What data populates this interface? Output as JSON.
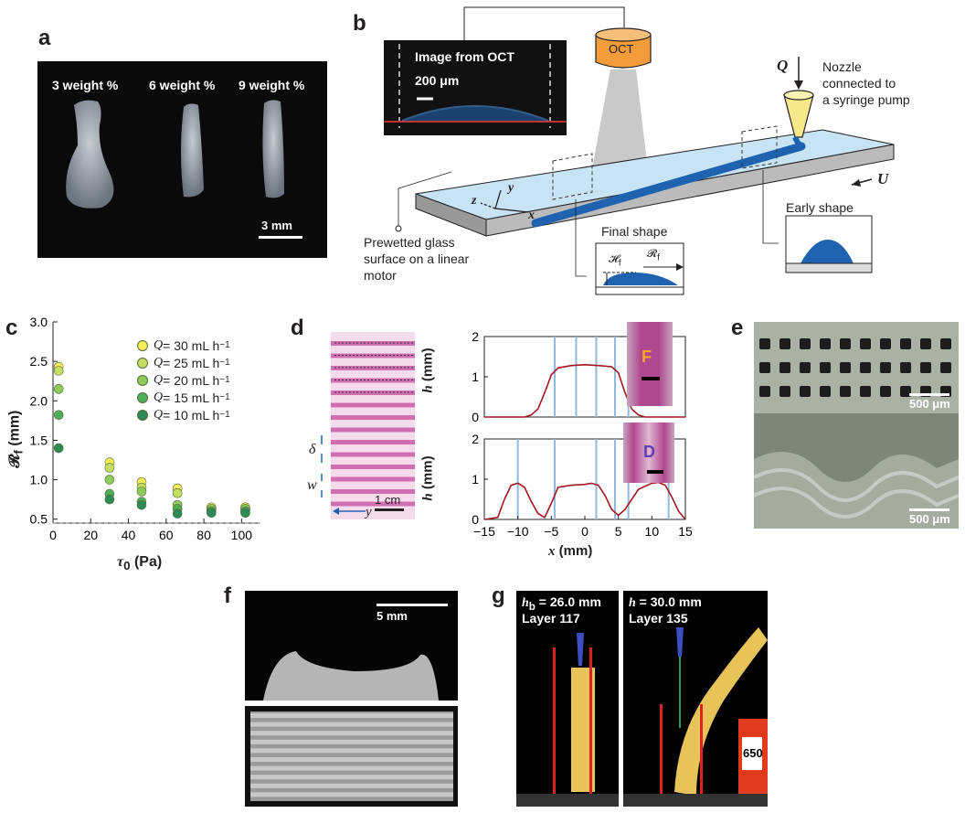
{
  "panel_labels": {
    "a": "a",
    "b": "b",
    "c": "c",
    "d": "d",
    "e": "e",
    "f": "f",
    "g": "g"
  },
  "panel_a": {
    "labels": [
      "3 weight %",
      "6 weight %",
      "9 weight %"
    ],
    "scalebar": "3 mm"
  },
  "panel_b": {
    "oct_image_title": "Image from OCT",
    "oct_scalebar": "200 μm",
    "oct_device": "OCT",
    "flow_rate": "Q",
    "nozzle_text": [
      "Nozzle",
      "connected to",
      "a syringe pump"
    ],
    "stage_speed": "U",
    "early_shape": "Early shape",
    "final_shape": "Final shape",
    "height_symbol": "𝓗",
    "radius_symbol": "𝓡",
    "sub_f": "f",
    "glass_text": [
      "Prewetted glass",
      "surface on a linear",
      "motor"
    ],
    "axes": [
      "x",
      "y",
      "z"
    ]
  },
  "panel_c": {
    "xlabel": "τ",
    "xlabel_sub": "0",
    "xlabel_unit": " (Pa)",
    "ylabel": "𝓡",
    "ylabel_sub": "f",
    "ylabel_unit": " (mm)",
    "legend_prefix": "Q",
    "legend_unit": "mL h",
    "legend_exp": "−1",
    "legend_values": [
      "30",
      "25",
      "20",
      "15",
      "10"
    ]
  },
  "panel_d": {
    "strand_scalebar": "1 cm",
    "delta": "δ",
    "width": "w",
    "yaxis": "y",
    "ylabel": "h",
    "ylabel_unit": " (mm)",
    "xlabel": "x",
    "xlabel_unit": " (mm)",
    "inset_top": "F",
    "inset_bottom": "D"
  },
  "panel_e": {
    "scalebar_top": "500 μm",
    "scalebar_bottom": "500 μm"
  },
  "panel_f": {
    "scalebar": "5 mm"
  },
  "panel_g": {
    "left_line1_sym": "h",
    "left_line1_sub": "b",
    "left_line1_val": " = 26.0 mm",
    "left_line2": "Layer 117",
    "right_line1_sym": "h",
    "right_line1_val": " = 30.0 mm",
    "right_line2": "Layer 135",
    "ruler_text": "650"
  },
  "colors": {
    "accent_blue": "#1f63b0",
    "oct_curve_red": "#c0322d",
    "profile_red": "#a3161f",
    "gridline_blue": "#8fbbe0",
    "strand_pink": "#cf6fb1",
    "series_colors": [
      "#f4ee5a",
      "#c5dd62",
      "#8fcb5c",
      "#4fae58",
      "#2c8a57"
    ]
  },
  "chart_data": [
    {
      "panel": "c",
      "type": "scatter",
      "xlabel": "τ0 (Pa)",
      "ylabel": "𝓡f (mm)",
      "xlim": [
        0,
        110
      ],
      "ylim": [
        0.45,
        3.0
      ],
      "xticks": [
        0,
        20,
        40,
        60,
        80,
        100
      ],
      "yticks": [
        0.5,
        1.0,
        1.5,
        2.0,
        2.5,
        3.0
      ],
      "reference_line_y": 0.45,
      "legend_position": "top-right",
      "series": [
        {
          "name": "Q = 30 mL h−1",
          "x": [
            3,
            30,
            47,
            66,
            84,
            102
          ],
          "y": [
            2.43,
            1.22,
            0.97,
            0.89,
            0.65,
            0.65
          ]
        },
        {
          "name": "Q = 25 mL h−1",
          "x": [
            3,
            30,
            47,
            66,
            84,
            102
          ],
          "y": [
            2.38,
            1.15,
            0.9,
            0.83,
            0.62,
            0.62
          ]
        },
        {
          "name": "Q = 20 mL h−1",
          "x": [
            3,
            30,
            47,
            66,
            84,
            102
          ],
          "y": [
            2.15,
            1.0,
            0.85,
            0.68,
            0.63,
            0.63
          ]
        },
        {
          "name": "Q = 15 mL h−1",
          "x": [
            3,
            30,
            47,
            66,
            84,
            102
          ],
          "y": [
            1.82,
            0.82,
            0.72,
            0.63,
            0.6,
            0.6
          ]
        },
        {
          "name": "Q = 10 mL h−1",
          "x": [
            3,
            30,
            47,
            66,
            84,
            102
          ],
          "y": [
            1.4,
            0.75,
            0.68,
            0.57,
            0.58,
            0.58
          ]
        }
      ]
    },
    {
      "panel": "d-top",
      "type": "line",
      "xlabel": "x (mm)",
      "ylabel": "h (mm)",
      "xlim": [
        -15,
        15
      ],
      "ylim": [
        0,
        2
      ],
      "yticks": [
        0,
        1,
        2
      ],
      "vertical_lines_x": [
        -4.5,
        -1.3,
        1.7,
        4.5,
        6.5
      ],
      "x": [
        -15,
        -9,
        -8,
        -7,
        -6,
        -5,
        -4,
        -2,
        0,
        2,
        4,
        5,
        6,
        7,
        8,
        9,
        15
      ],
      "y": [
        0,
        0,
        0.05,
        0.2,
        0.6,
        1.05,
        1.22,
        1.28,
        1.3,
        1.28,
        1.25,
        1.1,
        0.6,
        0.2,
        0.05,
        0,
        0
      ]
    },
    {
      "panel": "d-bottom",
      "type": "line",
      "xlabel": "x (mm)",
      "ylabel": "h (mm)",
      "xlim": [
        -15,
        15
      ],
      "ylim": [
        0,
        2
      ],
      "yticks": [
        0,
        1,
        2
      ],
      "xticks": [
        -15,
        -10,
        -5,
        0,
        5,
        10,
        15
      ],
      "vertical_lines_x": [
        -10,
        -4.5,
        1.7,
        4.5,
        6.5,
        12.5
      ],
      "x": [
        -15,
        -13,
        -12,
        -11,
        -10,
        -9,
        -8,
        -7,
        -6,
        -5,
        -4,
        -2,
        0,
        1,
        2,
        3,
        4,
        5,
        6,
        8,
        10,
        11,
        12,
        13,
        14,
        15
      ],
      "y": [
        0,
        0.05,
        0.5,
        0.85,
        0.9,
        0.8,
        0.45,
        0.15,
        0.05,
        0.4,
        0.8,
        0.85,
        0.87,
        0.9,
        0.85,
        0.6,
        0.25,
        0.1,
        0.25,
        0.75,
        0.9,
        0.92,
        0.85,
        0.55,
        0.2,
        0
      ]
    }
  ]
}
